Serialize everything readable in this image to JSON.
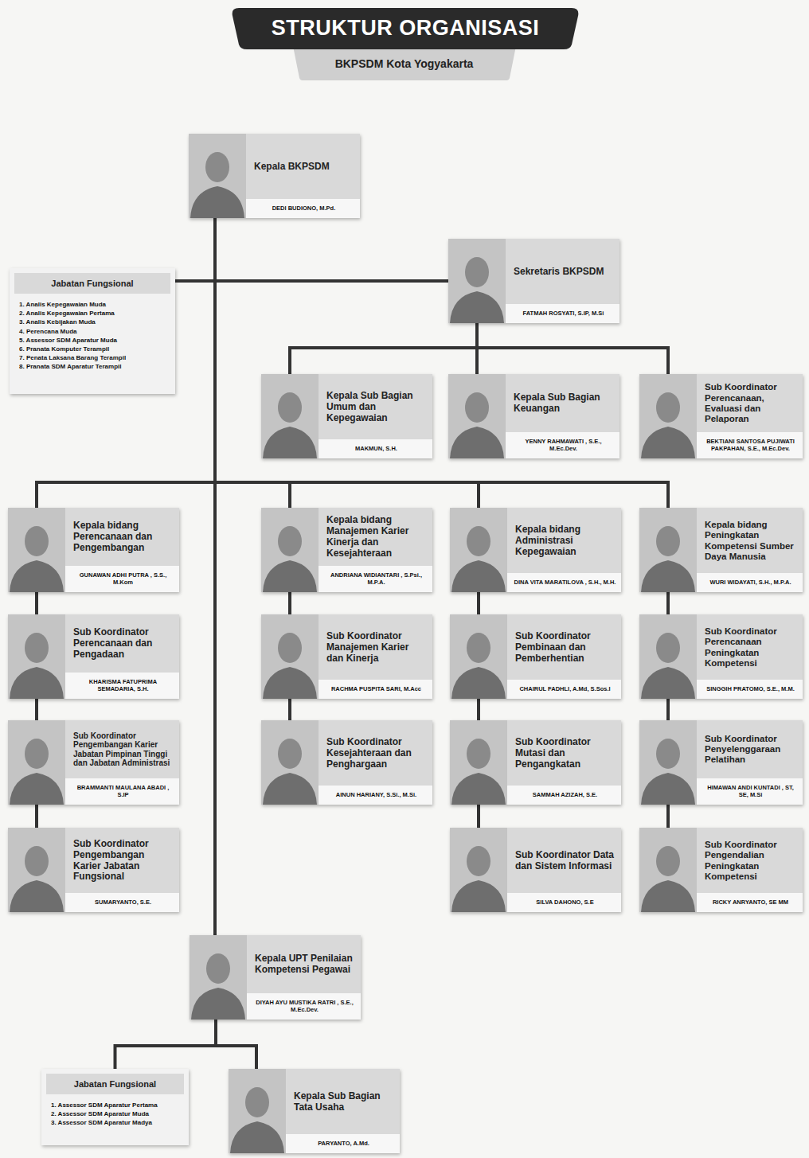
{
  "diagram": {
    "title": "STRUKTUR ORGANISASI",
    "nodes": [
      {
        "text": [
          "Kepala BKPSDM",
          "DEDI BUDIONO, M.Pd."
        ]
      },
      {
        "text": [
          "Jabatan Fungsional",
          "1. Analis Kepegawaian Muda",
          "2. Analis Kepegawaian Pertama",
          "3. Analis Kebijakan Muda",
          "4. Perencana Muda",
          "5. Assessor SDM Aparatur Muda",
          "6. Pranata Komputer Terampil",
          "7. Penata Laksana Barang Terampil",
          "8. Pranata SDM Aparatur Terampil"
        ]
      },
      {
        "text": [
          "Sekretaris BKPSDM",
          "FATMAH ROSYATI, S.IP, M.Si"
        ]
      },
      {
        "text": [
          "Kepala Sub Bagian Umum dan Kepegawaian",
          "MAKMUN, S.H."
        ]
      },
      {
        "text": [
          "Kepala Sub Bagian Keuangan",
          "YENNY RAHMAWATI , S.E., M.Ec.Dev."
        ]
      },
      {
        "text": [
          "Sub Koordinator Perencanaan, Evaluasi dan Pelaporan",
          "BEKTIANI SANTOSA PUJIWATI PAKPAHAN, S.E., M.Ec.Dev."
        ]
      },
      {
        "text": [
          "Kepala bidang Perencanaan dan Pengembangan",
          "GUNAWAN ADHI PUTRA , S.S., M.Kom"
        ]
      },
      {
        "text": [
          "Sub Koordinator Perencanaan dan Pengadaan",
          "KHARISMA FATUPRIMA SEMADARIA, S.H."
        ]
      },
      {
        "text": [
          "Sub Koordinator Pengembangan Karier Jabatan Pimpinan Tinggi dan Jabatan Administrasi",
          "BRAMMANTI MAULANA ABADI , S.IP"
        ]
      },
      {
        "text": [
          "Sub Koordinator Pengembangan Karier Jabatan Fungsional",
          "SUMARYANTO, S.E."
        ]
      },
      {
        "text": [
          "Kepala bidang Manajemen Karier Kinerja dan Kesejahteraan",
          "ANDRIANA WIDIANTARI , S.Psi., M.P.A."
        ]
      },
      {
        "text": [
          "Sub Koordinator Manajemen Karier dan Kinerja",
          "RACHMA PUSPITA SARI, M.Acc"
        ]
      },
      {
        "text": [
          "Sub Koordinator Kesejahteraan dan Penghargaan",
          "AINUN HARIANY, S.Si., M.Si."
        ]
      },
      {
        "text": [
          "Kepala bidang Administrasi Kepegawaian",
          "DINA VITA MARATILOVA , S.H., M.H."
        ]
      },
      {
        "text": [
          "Sub Koordinator Pembinaan dan Pemberhentian",
          "CHAIRUL FADHLI, A.Md, S.Sos.I"
        ]
      },
      {
        "text": [
          "Sub Koordinator Mutasi dan Pengangkatan",
          "SAMMAH AZIZAH, S.E."
        ]
      },
      {
        "text": [
          "Sub Koordinator Data dan Sistem Informasi",
          "SILVA DAHONO, S.E"
        ]
      },
      {
        "text": [
          "Kepala bidang Peningkatan Kompetensi Sumber Daya Manusia",
          "WURI WIDAYATI, S.H., M.P.A."
        ]
      },
      {
        "text": [
          "Sub Koordinator Perencanaan Peningkatan Kompetensi",
          "SINGGIH PRATOMO, S.E., M.M."
        ]
      },
      {
        "text": [
          "Sub Koordinator Penyelenggaraan Pelatihan",
          "HIMAWAN ANDI KUNTADI , ST, SE, M.Si"
        ]
      },
      {
        "text": [
          "Sub Koordinator Pengendalian Peningkatan Kompetensi",
          "RICKY ANRYANTO, SE MM"
        ]
      },
      {
        "text": [
          "Kepala UPT Penilaian Kompetensi Pegawai",
          "DIYAH AYU MUSTIKA RATRI , S.E., M.Ec.Dev."
        ]
      },
      {
        "text": [
          "Jabatan Fungsional",
          "1. Assessor SDM Aparatur Pertama",
          "2. Assessor SDM Aparatur Muda",
          "3. Assessor SDM Aparatur Madya"
        ]
      },
      {
        "text": [
          "Kepala Sub Bagian Tata Usaha",
          "PARYANTO, A.Md."
        ]
      }
    ],
    "edges": [
      {
        "from": 0,
        "to": 1,
        "arrow": "none"
      },
      {
        "from": 0,
        "to": 2,
        "arrow": "none"
      },
      {
        "from": 2,
        "to": 3,
        "arrow": "none"
      },
      {
        "from": 2,
        "to": 4,
        "arrow": "none"
      },
      {
        "from": 2,
        "to": 5,
        "arrow": "none"
      },
      {
        "from": 0,
        "to": 6,
        "arrow": "none"
      },
      {
        "from": 0,
        "to": 10,
        "arrow": "none"
      },
      {
        "from": 0,
        "to": 13,
        "arrow": "none"
      },
      {
        "from": 0,
        "to": 17,
        "arrow": "none"
      },
      {
        "from": 6,
        "to": 7,
        "arrow": "none"
      },
      {
        "from": 7,
        "to": 8,
        "arrow": "none"
      },
      {
        "from": 8,
        "to": 9,
        "arrow": "none"
      },
      {
        "from": 10,
        "to": 11,
        "arrow": "none"
      },
      {
        "from": 11,
        "to": 12,
        "arrow": "none"
      },
      {
        "from": 13,
        "to": 14,
        "arrow": "none"
      },
      {
        "from": 14,
        "to": 15,
        "arrow": "none"
      },
      {
        "from": 15,
        "to": 16,
        "arrow": "none"
      },
      {
        "from": 17,
        "to": 18,
        "arrow": "none"
      },
      {
        "from": 18,
        "to": 19,
        "arrow": "none"
      },
      {
        "from": 19,
        "to": 20,
        "arrow": "none"
      },
      {
        "from": 0,
        "to": 21,
        "arrow": "none"
      },
      {
        "from": 21,
        "to": 22,
        "arrow": "none"
      },
      {
        "from": 21,
        "to": 23,
        "arrow": "none"
      }
    ],
    "labels": [
      "BKPSDM Kota Yogyakarta"
    ]
  }
}
